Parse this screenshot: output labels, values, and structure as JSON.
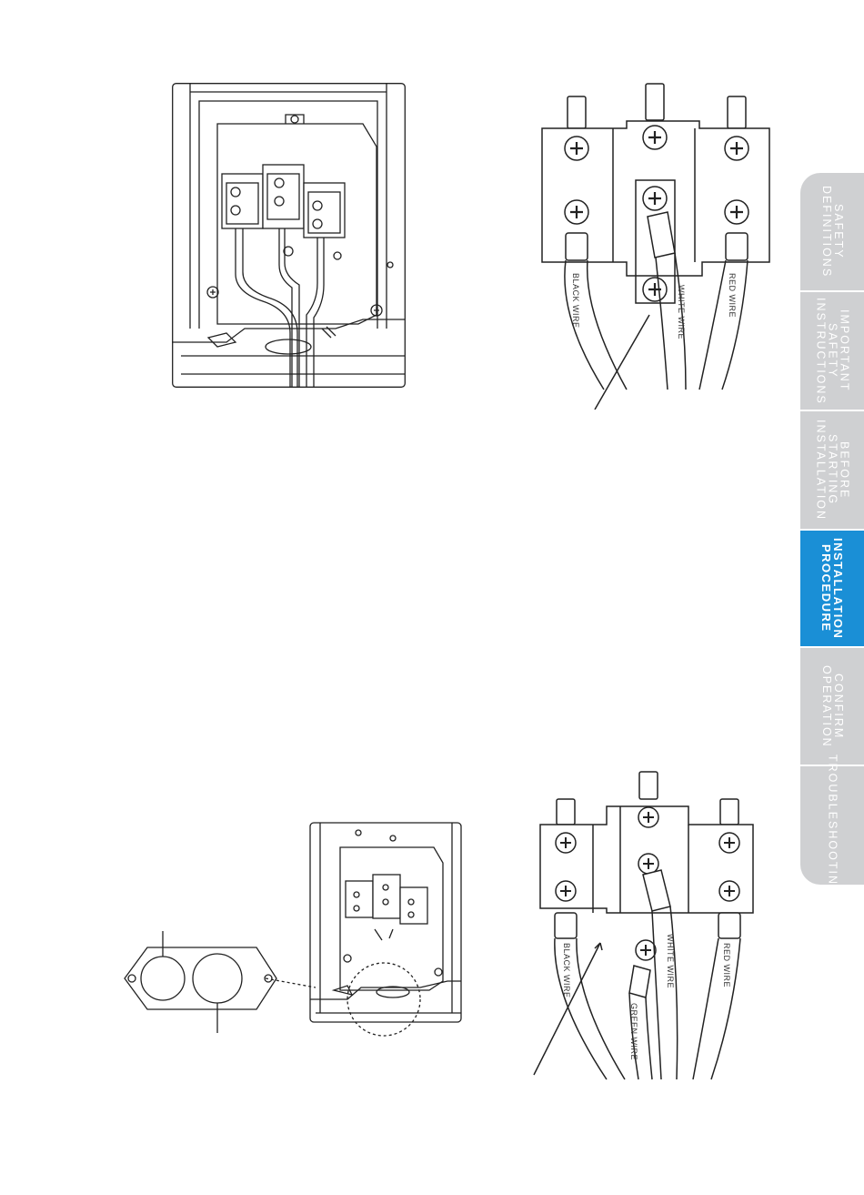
{
  "wire_labels": {
    "black": "BLACK WIRE",
    "white": "WHITE WIRE",
    "red": "RED WIRE",
    "green": "GREEN WIRE"
  },
  "side_tabs": [
    {
      "label": "SAFETY\nDEFINITIONS",
      "active": false
    },
    {
      "label": "IMPORTANT\nSAFETY\nINSTRUCTIONS",
      "active": false
    },
    {
      "label": "BEFORE\nSTARTING\nINSTALLATION",
      "active": false
    },
    {
      "label": "INSTALLATION\nPROCEDURE",
      "active": true
    },
    {
      "label": "CONFIRM\nOPERATION",
      "active": false
    },
    {
      "label": "TROUBLESHOOTING",
      "active": false
    }
  ],
  "colors": {
    "tab_inactive": "#cfd0d2",
    "tab_active": "#1a8fd6",
    "line": "#222222"
  }
}
